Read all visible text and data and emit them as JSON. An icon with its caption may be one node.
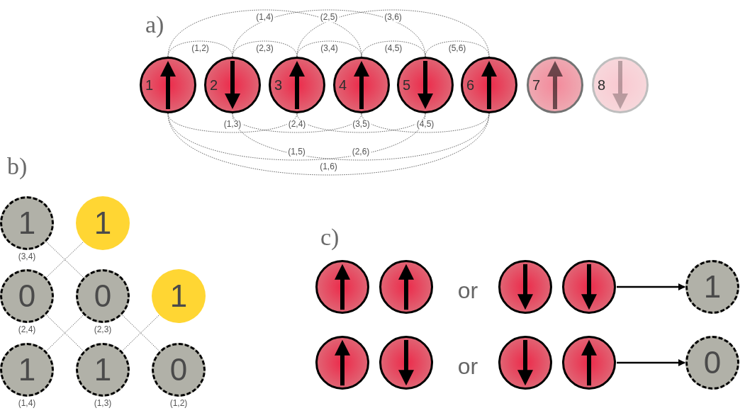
{
  "diagram": {
    "nodes": [
      {
        "text": [
          "1"
        ]
      },
      {
        "text": [
          "2"
        ]
      },
      {
        "text": [
          "3"
        ]
      },
      {
        "text": [
          "4"
        ]
      },
      {
        "text": [
          "5"
        ]
      },
      {
        "text": [
          "6"
        ]
      },
      {
        "text": [
          "7"
        ]
      },
      {
        "text": [
          "8"
        ]
      },
      {
        "text": [
          "1"
        ],
        "beside": [
          "(3,4)"
        ]
      },
      {
        "text": [
          "1"
        ]
      },
      {
        "text": [
          "0"
        ],
        "beside": [
          "(2,4)"
        ]
      },
      {
        "text": [
          "0"
        ],
        "beside": [
          "(2,3)"
        ]
      },
      {
        "text": [
          "1"
        ]
      },
      {
        "text": [
          "1"
        ],
        "beside": [
          "(1,4)"
        ]
      },
      {
        "text": [
          "1"
        ],
        "beside": [
          "(1,3)"
        ]
      },
      {
        "text": [
          "0"
        ],
        "beside": [
          "(1,2)"
        ]
      },
      {
        "text": [],
        "shape": "circle"
      },
      {
        "text": [],
        "shape": "circle"
      },
      {
        "text": [],
        "shape": "circle"
      },
      {
        "text": [],
        "shape": "circle"
      },
      {
        "text": [
          "1"
        ]
      },
      {
        "text": [],
        "shape": "circle"
      },
      {
        "text": [],
        "shape": "circle"
      },
      {
        "text": [],
        "shape": "circle"
      },
      {
        "text": [],
        "shape": "circle"
      },
      {
        "text": [
          "0"
        ]
      }
    ],
    "edges": [
      {
        "from": 0,
        "to": 1,
        "arrow": "none",
        "label": "(1,2)",
        "style": "dashed"
      },
      {
        "from": 1,
        "to": 2,
        "arrow": "none",
        "label": "(2,3)",
        "style": "dashed"
      },
      {
        "from": 2,
        "to": 3,
        "arrow": "none",
        "label": "(3,4)",
        "style": "dashed"
      },
      {
        "from": 3,
        "to": 4,
        "arrow": "none",
        "label": "(4,5)",
        "style": "dashed"
      },
      {
        "from": 4,
        "to": 5,
        "arrow": "none",
        "label": "(5,6)",
        "style": "dashed"
      },
      {
        "from": 0,
        "to": 3,
        "arrow": "none",
        "label": "(1,4)",
        "style": "dashed"
      },
      {
        "from": 1,
        "to": 4,
        "arrow": "none",
        "label": "(2,5)",
        "style": "dashed"
      },
      {
        "from": 2,
        "to": 5,
        "arrow": "none",
        "label": "(3,6)",
        "style": "dashed"
      },
      {
        "from": 0,
        "to": 2,
        "arrow": "none",
        "label": "(1,3)",
        "style": "dashed"
      },
      {
        "from": 1,
        "to": 3,
        "arrow": "none",
        "label": "(2,4)",
        "style": "dashed"
      },
      {
        "from": 2,
        "to": 4,
        "arrow": "none",
        "label": "(3,5)",
        "style": "dashed"
      },
      {
        "from": 3,
        "to": 5,
        "arrow": "none",
        "label": "(4,5)",
        "style": "dashed"
      },
      {
        "from": 0,
        "to": 4,
        "arrow": "none",
        "label": "(1,5)",
        "style": "dashed"
      },
      {
        "from": 1,
        "to": 5,
        "arrow": "none",
        "label": "(2,6)",
        "style": "dashed"
      },
      {
        "from": 0,
        "to": 5,
        "arrow": "none",
        "label": "(1,6)",
        "style": "dashed"
      },
      {
        "from": 19,
        "to": 20,
        "arrow": "to",
        "style": "thick",
        "color": "#000000"
      },
      {
        "from": 24,
        "to": 25,
        "arrow": "to",
        "style": "thick",
        "color": "#000000"
      },
      {
        "from": 8,
        "to": 11,
        "arrow": "none",
        "style": "dashed"
      },
      {
        "from": 9,
        "to": 10,
        "arrow": "none",
        "style": "dashed"
      },
      {
        "from": 10,
        "to": 14,
        "arrow": "none",
        "style": "dashed"
      },
      {
        "from": 11,
        "to": 13,
        "arrow": "none",
        "style": "dashed"
      },
      {
        "from": 11,
        "to": 15,
        "arrow": "none",
        "style": "dashed"
      },
      {
        "from": 12,
        "to": 14,
        "arrow": "none",
        "style": "dashed"
      }
    ],
    "labels": [
      "a)",
      "b)",
      "c)",
      "or",
      "or"
    ]
  }
}
